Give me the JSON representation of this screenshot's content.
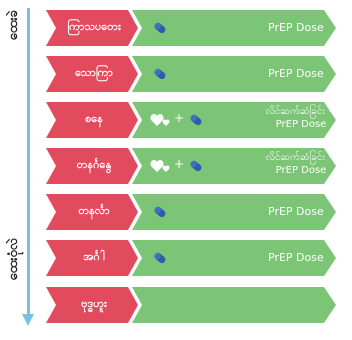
{
  "axis": {
    "top_label": "ထေးခဲ",
    "bottom_label": "ထေးဝုံလဲ"
  },
  "rows": [
    {
      "day": "ကြာသပတေး",
      "dose": "PrEP Dose",
      "type": "pill"
    },
    {
      "day": "သောကြာ",
      "dose": "PrEP Dose",
      "type": "pill"
    },
    {
      "day": "စနေ",
      "dose": "လိင်ဆက်ဆံခြင်း +\nPrEP Dose",
      "type": "sex"
    },
    {
      "day": "တနင်္ဂနွေ",
      "dose": "လိင်ဆက်ဆံခြင်း +\nPrEP Dose",
      "type": "sex"
    },
    {
      "day": "တနင်္လာ",
      "dose": "PrEP Dose",
      "type": "pill"
    },
    {
      "day": "အင်္ဂါ",
      "dose": "PrEP Dose",
      "type": "pill"
    },
    {
      "day": "ဗုဒ္ဓဟူး",
      "dose": "",
      "type": "none"
    }
  ],
  "colors": {
    "day_bg": "#e24a5d",
    "dose_bg": "#7cc576",
    "axis": "#7bbfe0",
    "pill": "#2b5ea7"
  },
  "icons": {
    "pill": "pill-icon",
    "hearts": "hearts-icon"
  }
}
